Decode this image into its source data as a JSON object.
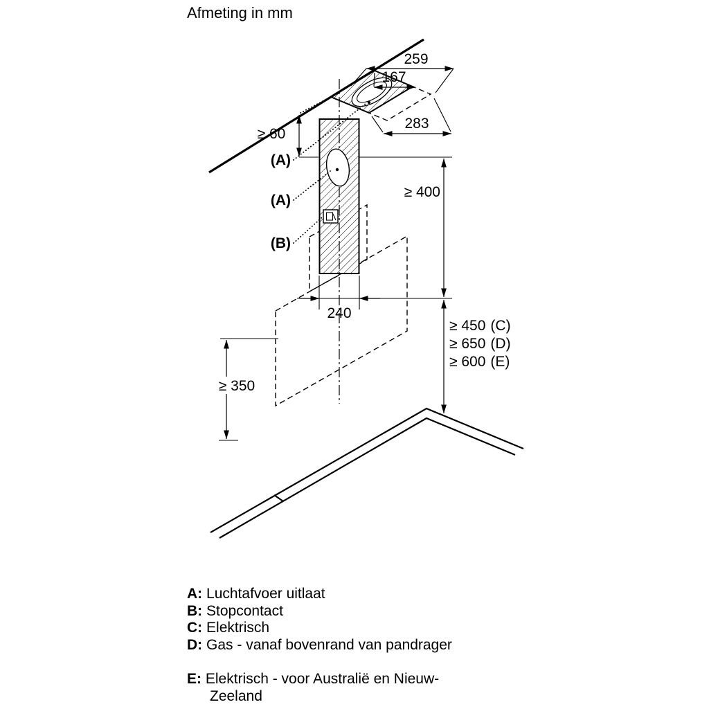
{
  "title": "Afmeting in mm",
  "diagram": {
    "dim_259": "259",
    "dim_167": "167",
    "dim_283": "283",
    "dim_60": "≥ 60",
    "dim_400": "≥ 400",
    "dim_240": "240",
    "dim_350": "≥ 350",
    "clearances": [
      {
        "value": "≥ 450",
        "key": "(C)"
      },
      {
        "value": "≥ 650",
        "key": "(D)"
      },
      {
        "value": "≥ 600",
        "key": "(E)"
      }
    ],
    "callouts": {
      "a1": "(A)",
      "a2": "(A)",
      "b": "(B)"
    }
  },
  "legend": {
    "items": [
      {
        "key": "A:",
        "text": "Luchtafvoer uitlaat"
      },
      {
        "key": "B:",
        "text": "Stopcontact"
      },
      {
        "key": "C:",
        "text": "Elektrisch"
      },
      {
        "key": "D:",
        "text": "Gas - vanaf bovenrand van pandrager"
      },
      {
        "key": "E:",
        "text": "Elektrisch - voor Australië en Nieuw-Zeeland"
      }
    ]
  },
  "colors": {
    "ink": "#000000",
    "background": "#ffffff"
  }
}
